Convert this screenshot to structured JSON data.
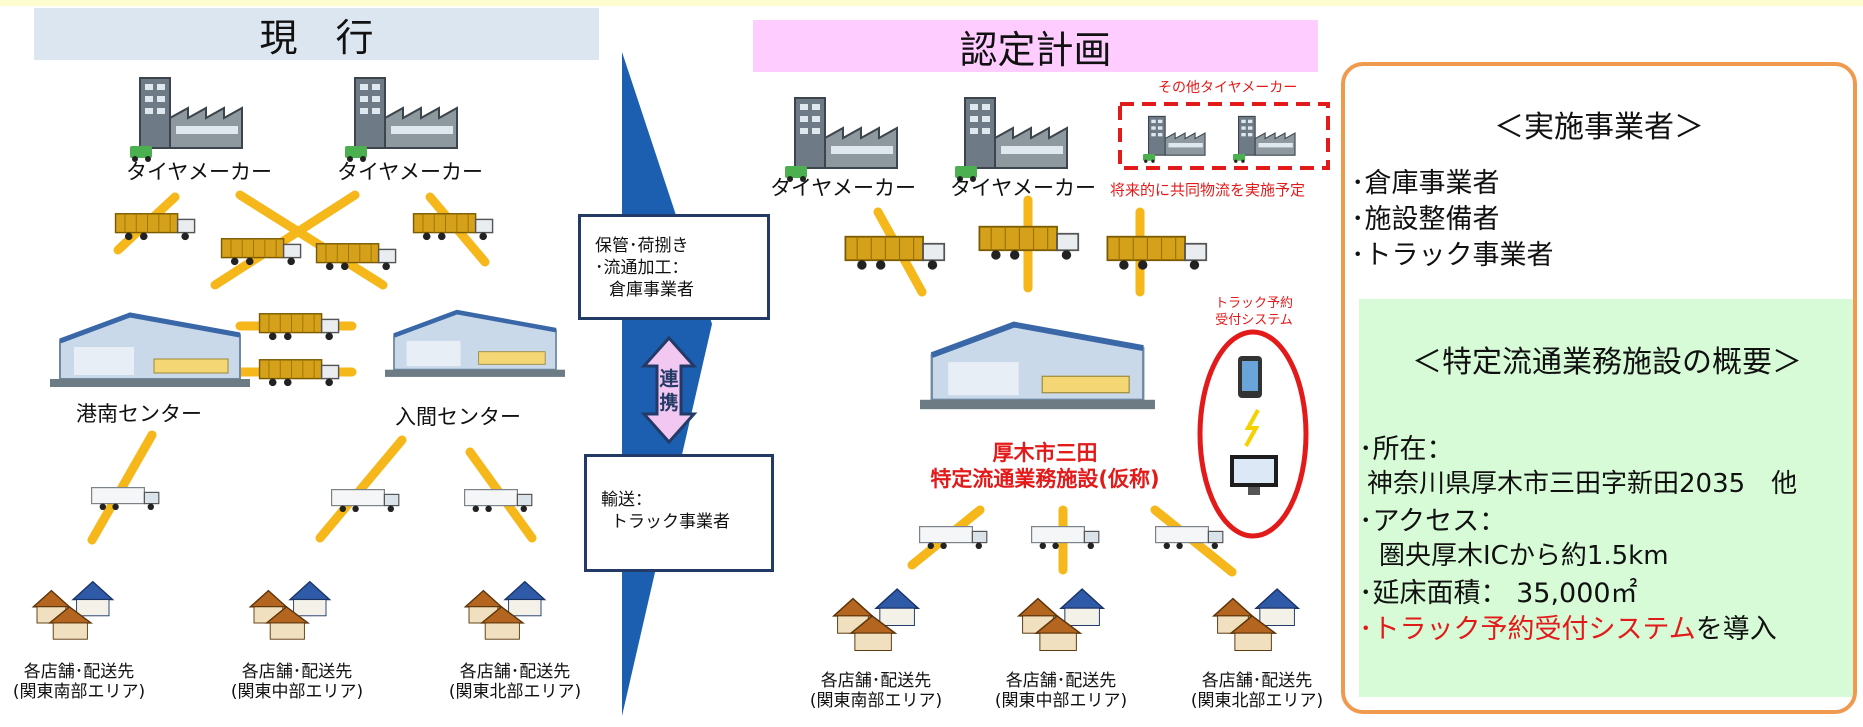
{
  "headers": {
    "current": "現　行",
    "planned": "認定計画"
  },
  "current": {
    "maker_labels": [
      "タイヤメーカー",
      "タイヤメーカー"
    ],
    "center_labels": [
      "港南センター",
      "入間センター"
    ],
    "dest_labels": [
      {
        "line1": "各店舗･配送先",
        "line2": "(関東南部エリア)"
      },
      {
        "line1": "各店舗･配送先",
        "line2": "(関東中部エリア)"
      },
      {
        "line1": "各店舗･配送先",
        "line2": "(関東北部エリア)"
      }
    ]
  },
  "middle": {
    "storage_box": {
      "line1": "保管･荷捌き",
      "line2": "･流通加工：",
      "line3": "倉庫事業者"
    },
    "renkei": {
      "line1": "連",
      "line2": "携"
    },
    "transport_box": {
      "line1": "輸送：",
      "line2": "トラック事業者"
    }
  },
  "planned": {
    "maker_labels": [
      "タイヤメーカー",
      "タイヤメーカー"
    ],
    "other_makers": "その他タイヤメーカー",
    "future_note": "将来的に共同物流を実施予定",
    "facility_name": {
      "line1": "厚木市三田",
      "line2": "特定流通業務施設(仮称)"
    },
    "reservation": {
      "line1": "トラック予約",
      "line2": "受付システム"
    },
    "dest_labels": [
      {
        "line1": "各店舗･配送先",
        "line2": "(関東南部エリア)"
      },
      {
        "line1": "各店舗･配送先",
        "line2": "(関東中部エリア)"
      },
      {
        "line1": "各店舗･配送先",
        "line2": "(関東北部エリア)"
      }
    ]
  },
  "panel": {
    "operators_title": "＜実施事業者＞",
    "operators": [
      "･倉庫事業者",
      "･施設整備者",
      "･トラック事業者"
    ],
    "facility_title": "＜特定流通業務施設の概要＞",
    "location_label": "･所在：",
    "location_value": "神奈川県厚木市三田字新田2035　他",
    "access_label": "･アクセス：",
    "access_value": "圏央厚木ICから約1.5km",
    "floor_area": "･延床面積：  35,000㎡",
    "system_prefix": "･",
    "system_highlight": "トラック予約受付システム",
    "system_suffix": "を導入"
  },
  "colors": {
    "arrow_yellow": "#f5b719",
    "highlight_red": "#e31a1a",
    "navy": "#233a66",
    "blue_chevron": "#1c5fb0",
    "header_blue": "#dce6f1",
    "header_pink": "#ffccff",
    "panel_border": "#ef9a4e",
    "panel_green": "#d7fbd7"
  }
}
